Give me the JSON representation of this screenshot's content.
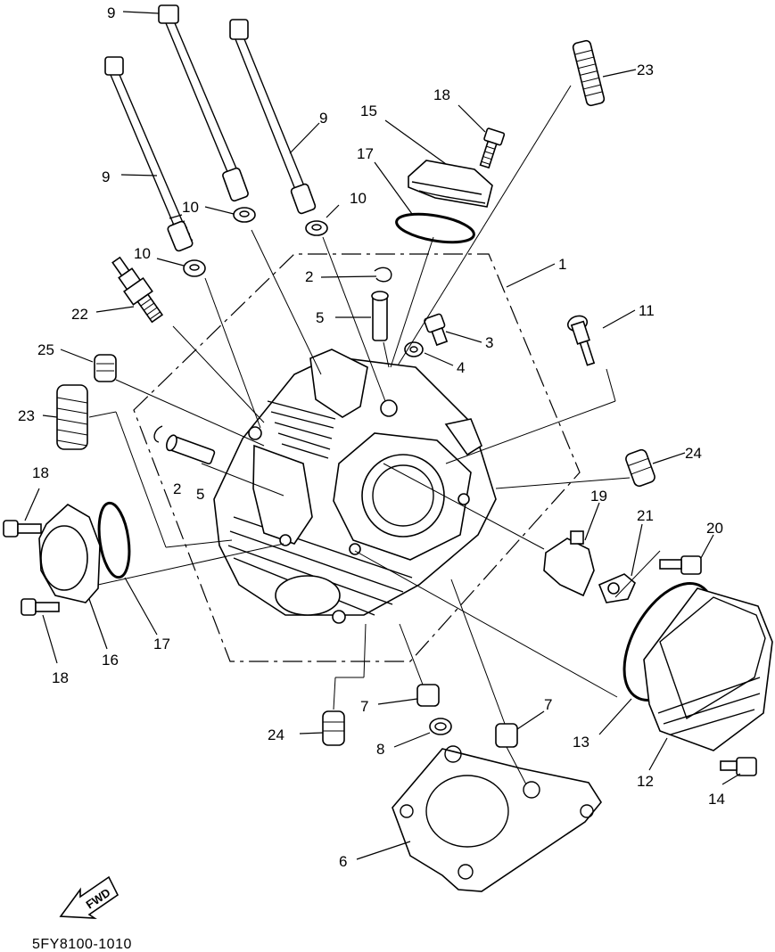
{
  "diagram": {
    "drawing_code": "5FY8100-1010",
    "direction_label": "FWD",
    "callouts": [
      "9",
      "9",
      "9",
      "23",
      "18",
      "15",
      "17",
      "10",
      "10",
      "10",
      "2",
      "1",
      "22",
      "5",
      "11",
      "3",
      "25",
      "4",
      "23",
      "2",
      "5",
      "24",
      "18",
      "19",
      "21",
      "20",
      "17",
      "16",
      "18",
      "7",
      "7",
      "24",
      "8",
      "13",
      "12",
      "14",
      "6"
    ]
  }
}
